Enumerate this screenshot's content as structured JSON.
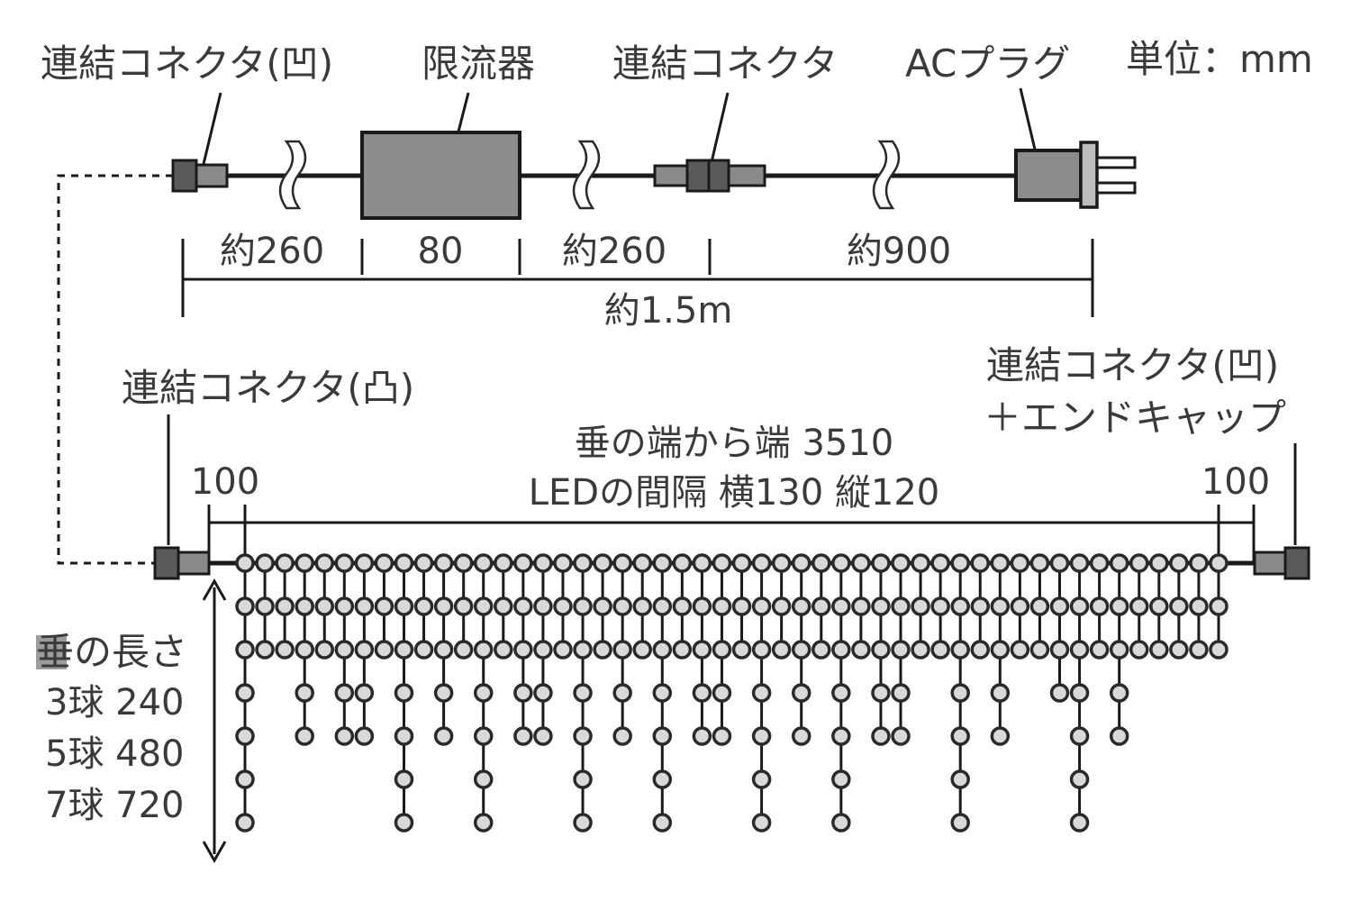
{
  "labels": {
    "connector_female_top": "連結コネクタ(凹)",
    "current_limiter": "限流器",
    "connector_mid": "連結コネクタ",
    "ac_plug": "ACプラグ",
    "unit": "単位：mm",
    "connector_male": "連結コネクタ(凸)",
    "connector_female_end_1": "連結コネクタ(凹)",
    "connector_female_end_2": "＋エンドキャップ"
  },
  "cord_dimensions": {
    "seg1": "約260",
    "seg2": "80",
    "seg3": "約260",
    "seg4": "約900",
    "total": "約1.5m"
  },
  "string": {
    "span_label": "垂の端から端 3510",
    "spacing_label": "LEDの間隔 横130 縦120",
    "left_margin": "100",
    "right_margin": "100"
  },
  "drop_legend": {
    "title": "垂の長さ",
    "row1": "3球 240",
    "row2": "5球 480",
    "row3": "7球 720"
  },
  "led_drop_pattern": [
    7,
    3,
    3,
    5,
    3,
    5,
    5,
    3,
    7,
    3,
    5,
    3,
    7,
    3,
    5,
    5,
    3,
    7,
    3,
    5,
    3,
    7,
    3,
    5,
    5,
    3,
    7,
    3,
    5,
    3,
    7,
    3,
    5,
    5,
    3,
    3,
    7,
    3,
    5,
    3,
    3,
    4,
    7,
    3,
    5,
    3,
    3,
    3,
    3,
    3
  ]
}
